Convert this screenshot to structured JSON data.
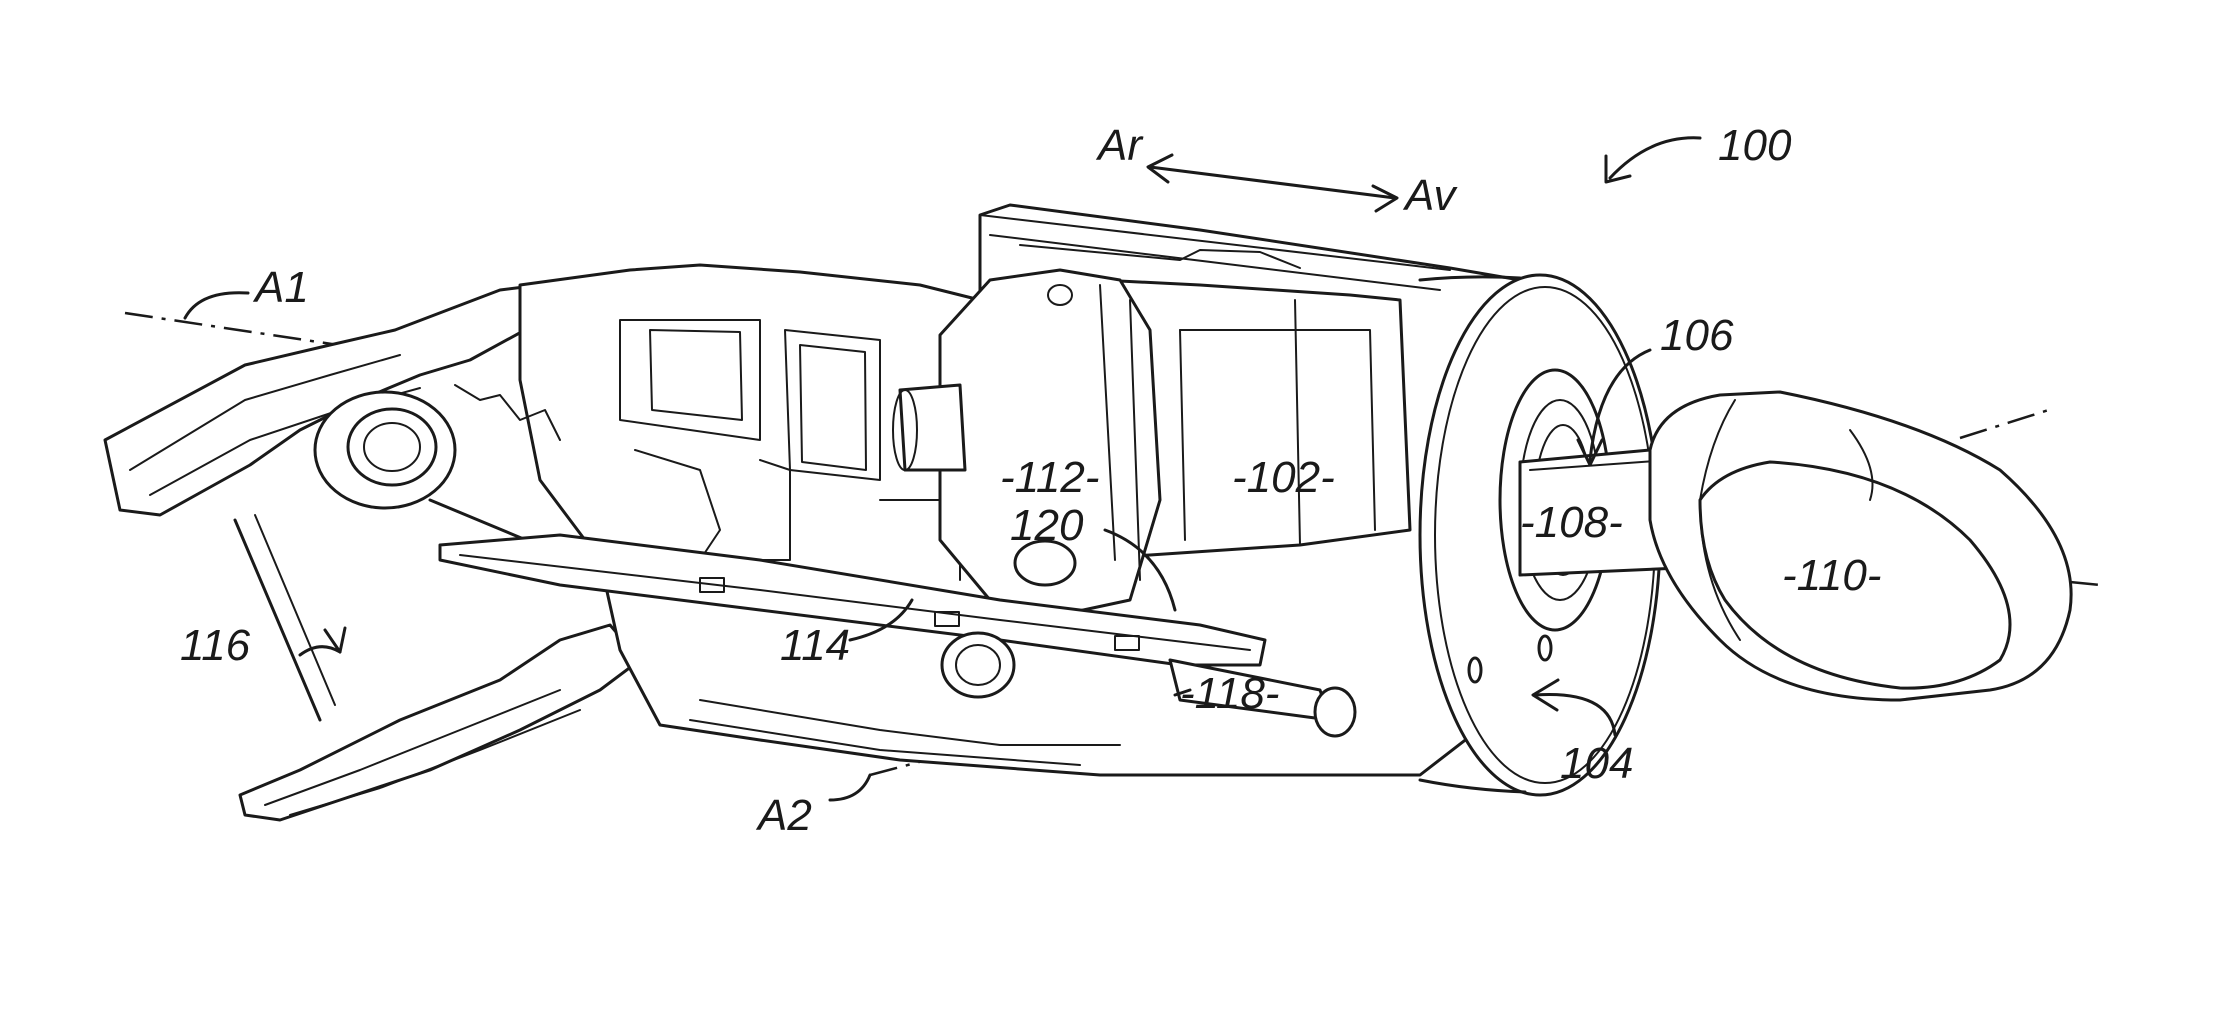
{
  "figure": {
    "reference_numerals": {
      "assembly": "100",
      "housing": "-102-",
      "front_face": "104",
      "opening": "106",
      "shaft": "-108-",
      "head": "-110-",
      "rotor": "-112-",
      "plate": "114",
      "jaw": "116",
      "rod": "-118-",
      "ring": "120"
    },
    "direction_labels": {
      "rear": "Ar",
      "front": "Av"
    },
    "axis_labels": {
      "axis_one": "A1",
      "axis_two": "A2"
    }
  }
}
